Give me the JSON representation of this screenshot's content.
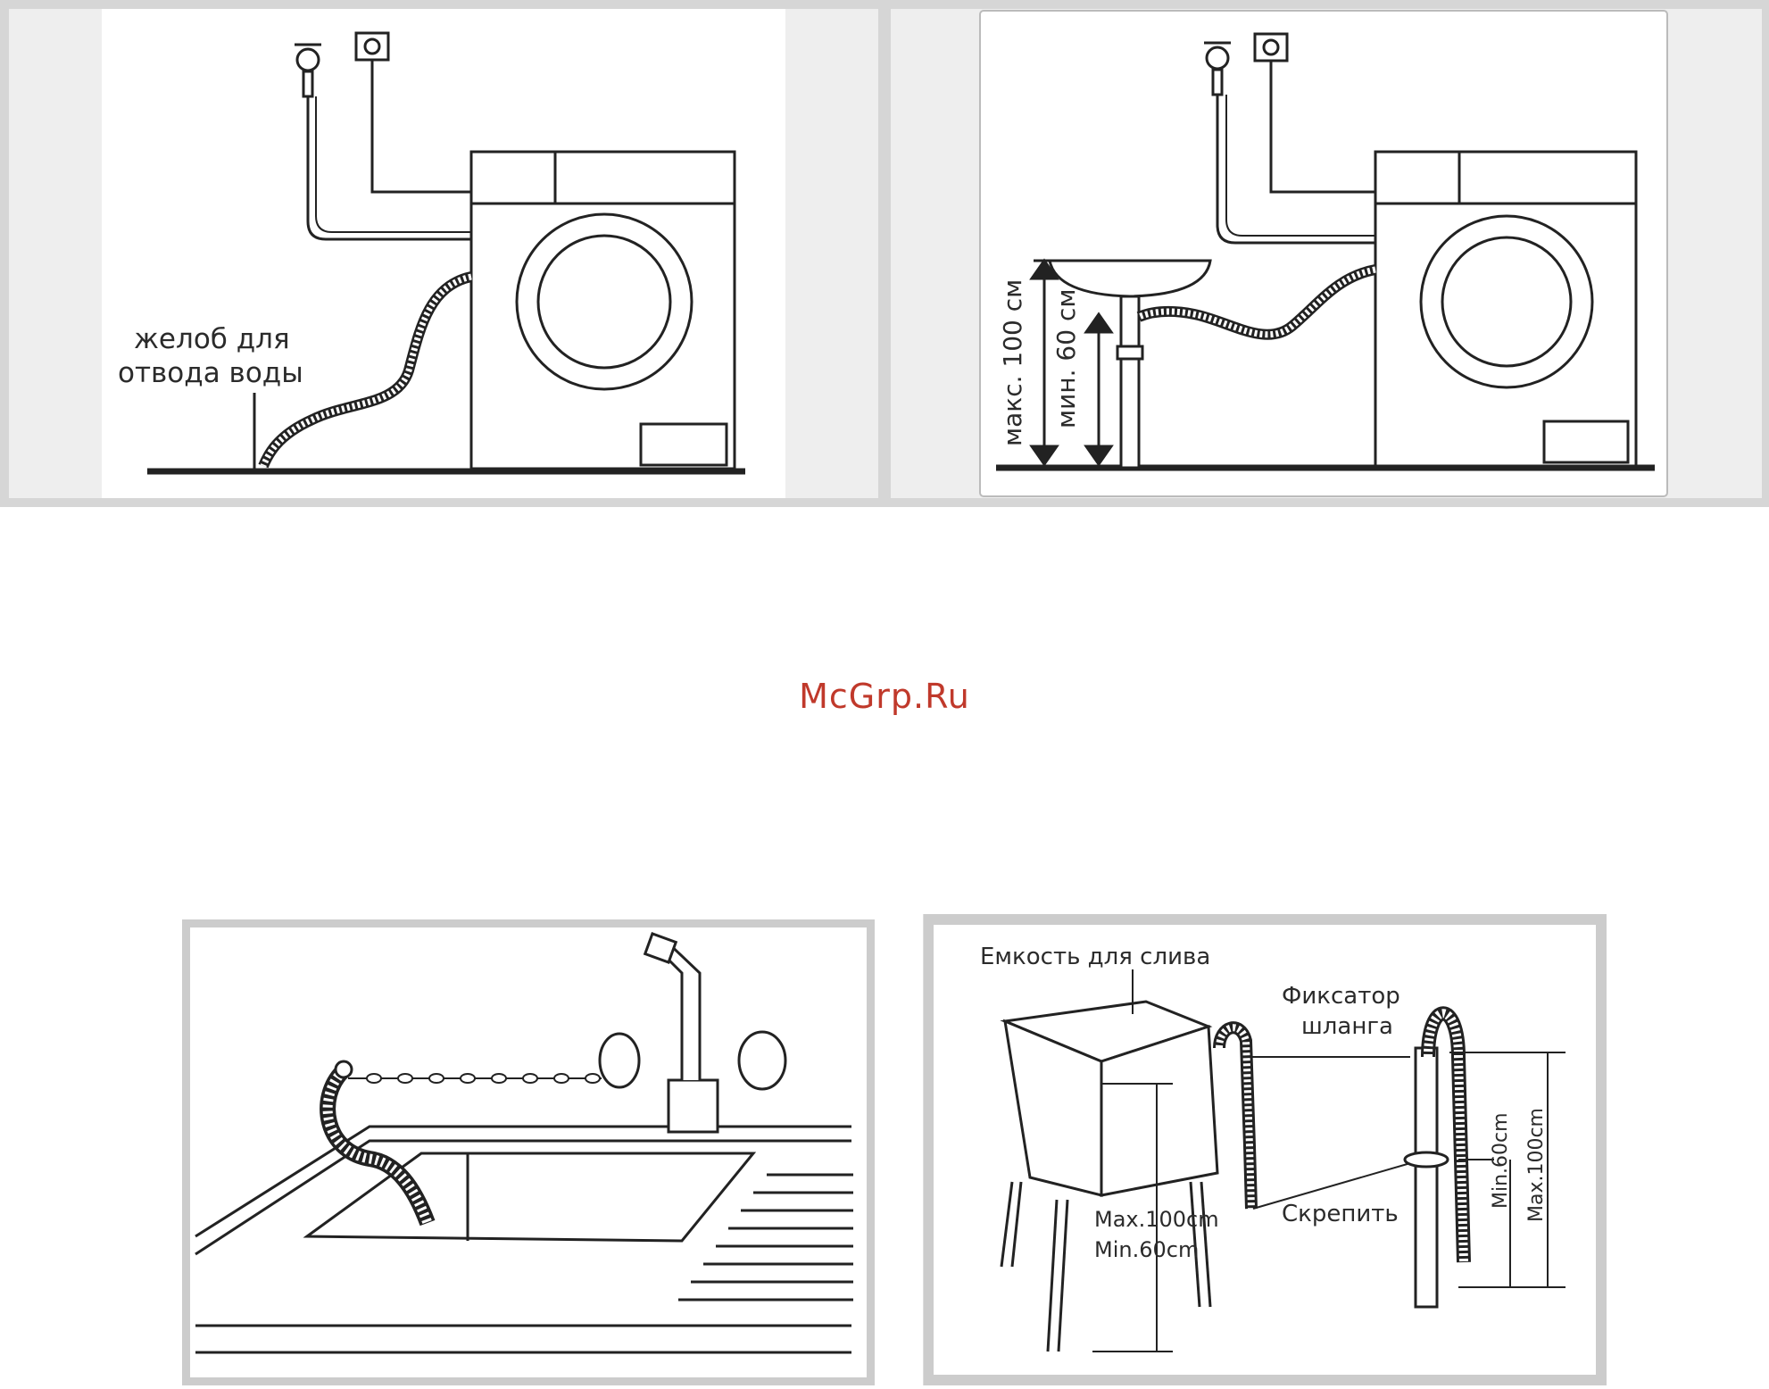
{
  "watermark": "McGrp.Ru",
  "panel1": {
    "gutter_label_line1": "желоб для",
    "gutter_label_line2": "отвода воды"
  },
  "panel2": {
    "max_label": "макс. 100 см",
    "min_label": "мин. 60 см"
  },
  "panel4": {
    "tank_label": "Емкость для слива",
    "clip_label_line1": "Фиксатор",
    "clip_label_line2": "шланга",
    "fasten_label": "Скрепить",
    "max_label": "Max.100cm",
    "min_label": "Min.60cm",
    "side_min_label": "Min.60cm",
    "side_max_label": "Max.100cm"
  },
  "colors": {
    "frame_gray": "#d6d6d6",
    "line": "#222222",
    "watermark": "#c0392b"
  }
}
